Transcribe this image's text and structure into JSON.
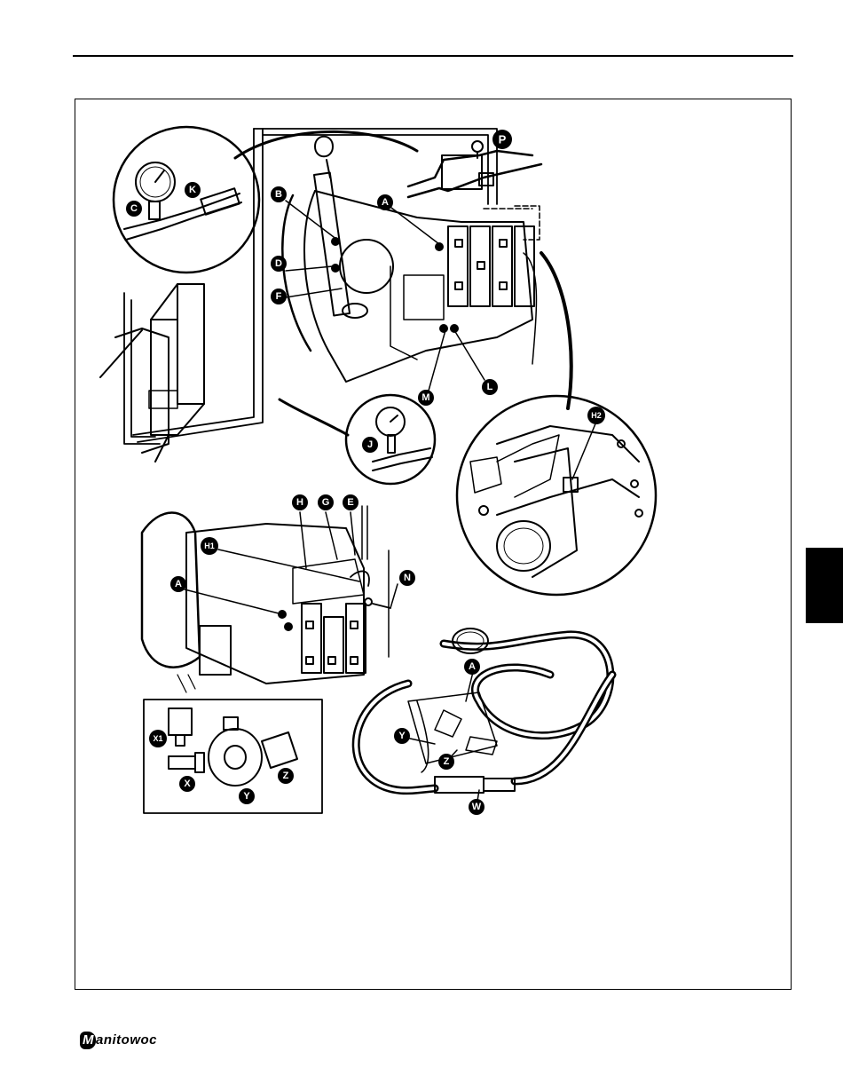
{
  "callouts": {
    "C": "C",
    "K": "K",
    "B": "B",
    "A_top": "A",
    "P": "P",
    "D": "D",
    "F": "F",
    "M": "M",
    "L": "L",
    "J": "J",
    "H2": "H2",
    "H": "H",
    "G": "G",
    "E": "E",
    "H1": "H1",
    "N": "N",
    "A_mid": "A",
    "A_low": "A",
    "Y_low": "Y",
    "Z_low": "Z",
    "W": "W",
    "X1": "X1",
    "X": "X",
    "Y_box": "Y",
    "Z_box": "Z"
  },
  "brand": {
    "logo_text": "anitowoc",
    "logo_initial": "M"
  },
  "colors": {
    "ink": "#000000",
    "paper": "#ffffff"
  }
}
